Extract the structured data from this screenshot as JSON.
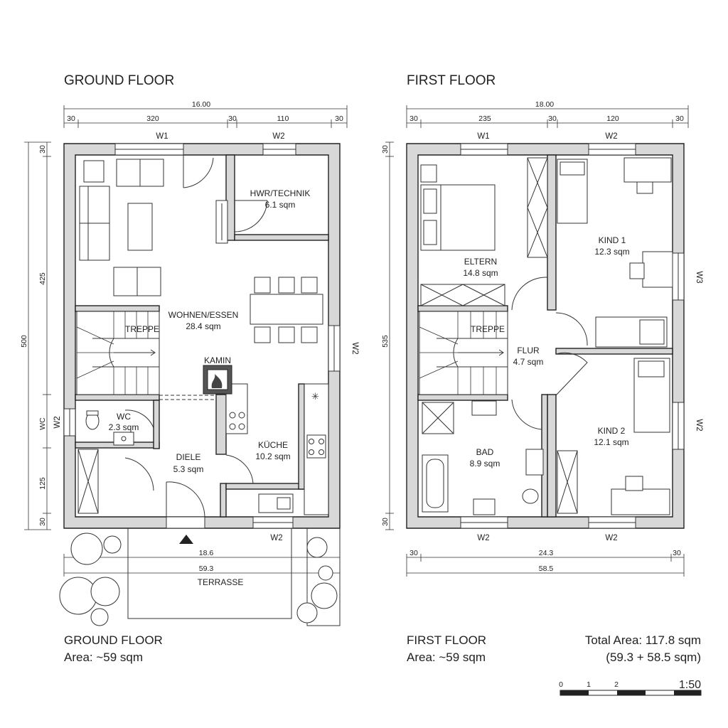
{
  "ground_floor": {
    "title": "GROUND FLOOR",
    "footer_title": "GROUND FLOOR",
    "footer_area": "Area: ~59 sqm",
    "rooms": {
      "hwr_name": "HWR/TECHNIK",
      "hwr_area": "6.1 sqm",
      "wohnen_name": "WOHNEN/ESSEN",
      "wohnen_area": "28.4 sqm",
      "treppe": "TREPPE",
      "kamin": "KAMIN",
      "wc_name": "WC",
      "wc_area": "2.3 sqm",
      "diele_name": "DIELE",
      "diele_area": "5.3 sqm",
      "kueche_name": "KÜCHE",
      "kueche_area": "10.2 sqm"
    },
    "windows": {
      "w1": "W1",
      "w2_top": "W2",
      "w2_right": "W2",
      "w2_left": "W2",
      "wc_side": "WC",
      "w2_bottom": "W2"
    },
    "dims_top": {
      "total": "16.00",
      "d1": "30",
      "d2": "320",
      "d3": "30",
      "d4": "110",
      "d5": "30"
    },
    "dims_left": {
      "total": "500",
      "d1": "30",
      "d2": "425",
      "d3": "125",
      "d4": "30"
    },
    "dims_bottom": {
      "d1": "18.6",
      "d2": "59.3"
    },
    "terrace": "TERRASSE"
  },
  "first_floor": {
    "title": "FIRST FLOOR",
    "footer_title": "FIRST FLOOR",
    "footer_area": "Area: ~59 sqm",
    "rooms": {
      "eltern_name": "ELTERN",
      "eltern_area": "14.8 sqm",
      "kind1_name": "KIND 1",
      "kind1_area": "12.3 sqm",
      "treppe": "TREPPE",
      "flur_name": "FLUR",
      "flur_area": "4.7 sqm",
      "bad_name": "BAD",
      "bad_area": "8.9 sqm",
      "kind2_name": "KIND 2",
      "kind2_area": "12.1 sqm"
    },
    "windows": {
      "w1": "W1",
      "w2_top": "W2",
      "w3": "W3",
      "w2_right": "W2",
      "w2_bottom_left": "W2",
      "w2_bottom_right": "W2"
    },
    "dims_top": {
      "total": "18.00",
      "d1": "30",
      "d2": "235",
      "d3": "30",
      "d4": "120",
      "d5": "30"
    },
    "dims_left": {
      "total": "535",
      "d1": "30",
      "d2": "30"
    },
    "dims_bottom": {
      "d1": "30",
      "d2": "24.3",
      "d3": "30",
      "d4": "58.5"
    }
  },
  "summary": {
    "total_area": "Total Area: 117.8 sqm",
    "total_breakdown": "(59.3 + 58.5 sqm)",
    "scale_0": "0",
    "scale_1": "1",
    "scale_2": "2",
    "scale_ratio": "1:50"
  }
}
